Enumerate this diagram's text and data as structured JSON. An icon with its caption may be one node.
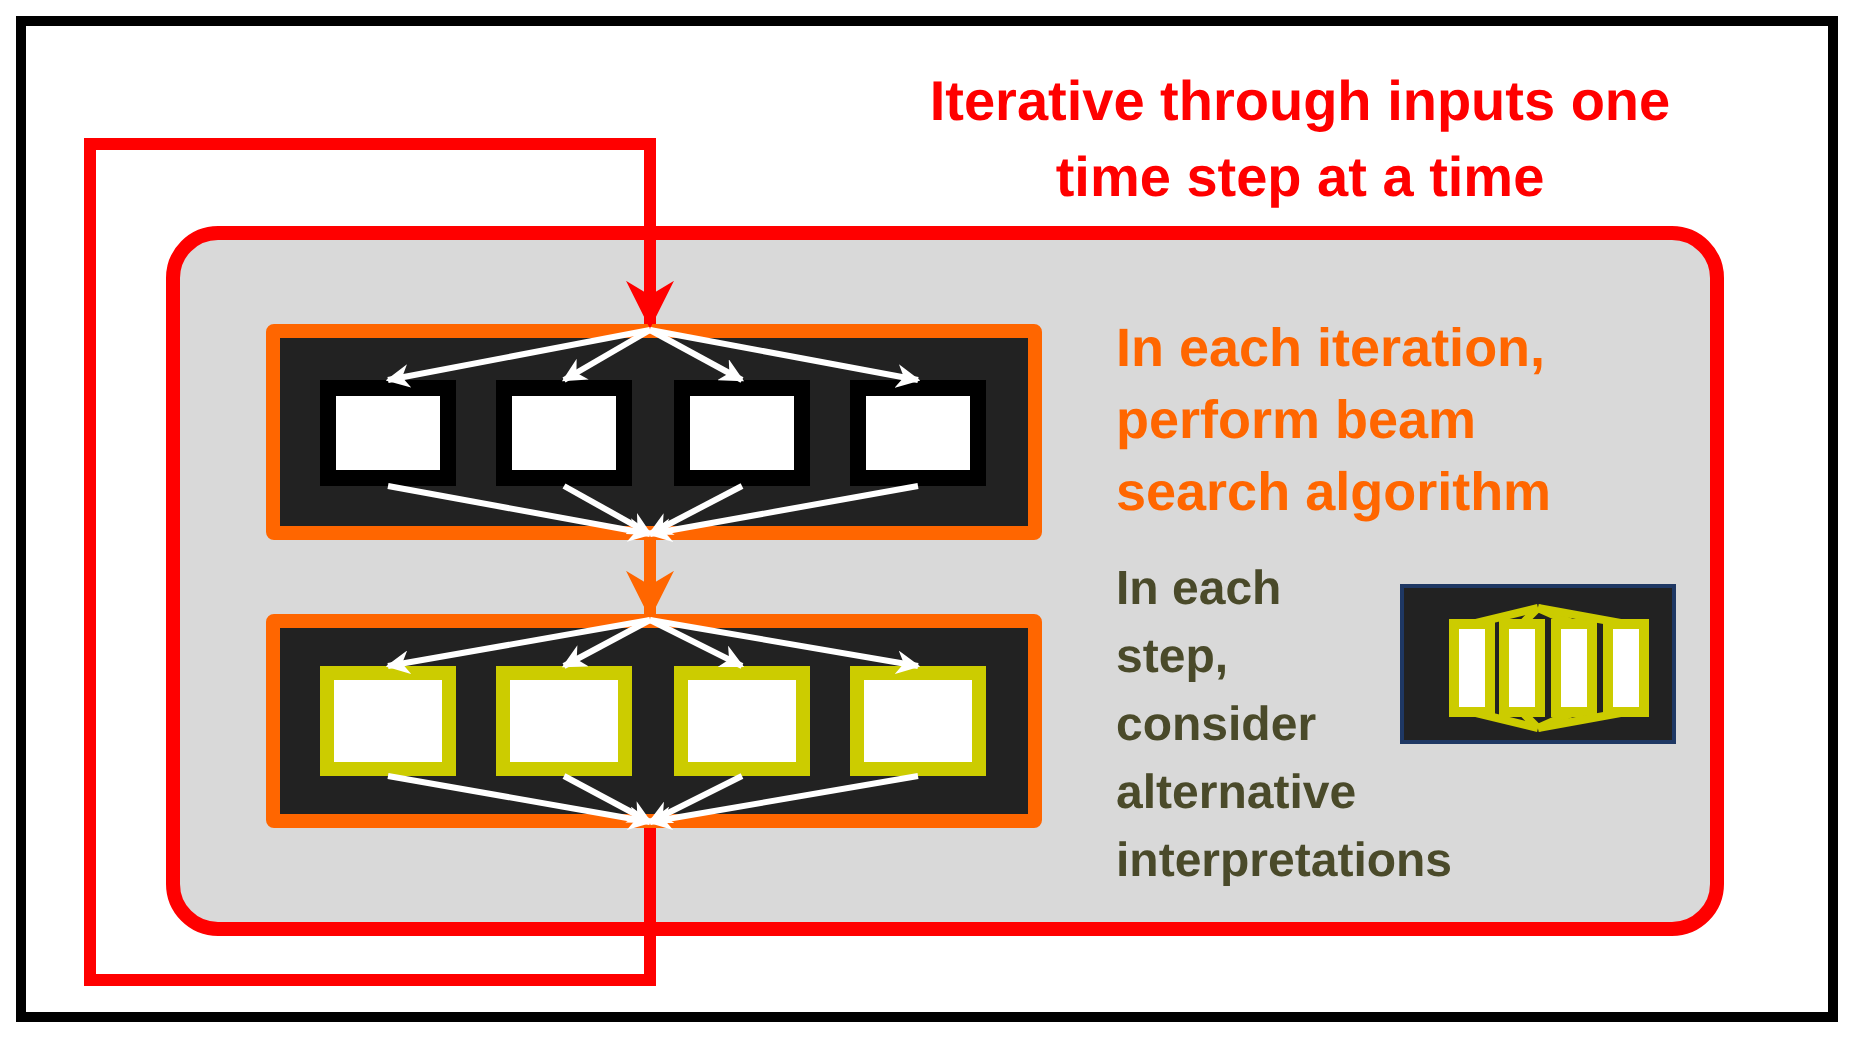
{
  "diagram": {
    "nodes": [
      {
        "text": [
          "In each iteration, perform beam search algorithm",
          "In each step, consider alternative interpretations"
        ]
      },
      {
        "text": [],
        "shape": "box",
        "in": 0
      },
      {
        "text": [],
        "shape": "box",
        "in": 1
      },
      {
        "text": [],
        "shape": "box",
        "in": 1
      },
      {
        "text": [],
        "shape": "box",
        "in": 1
      },
      {
        "text": [],
        "shape": "box",
        "in": 1
      },
      {
        "text": [],
        "shape": "box",
        "in": 0
      },
      {
        "text": [],
        "shape": "box",
        "in": 6
      },
      {
        "text": [],
        "shape": "box",
        "in": 6
      },
      {
        "text": [],
        "shape": "box",
        "in": 6
      },
      {
        "text": [],
        "shape": "box",
        "in": 6
      }
    ],
    "edges": [
      {
        "from": 6,
        "to": 1,
        "arrow": "to",
        "style": "thick",
        "color": "#ff0000"
      },
      {
        "from": 1,
        "to": 2,
        "arrow": "to"
      },
      {
        "from": 1,
        "to": 3,
        "arrow": "to"
      },
      {
        "from": 1,
        "to": 4,
        "arrow": "to"
      },
      {
        "from": 1,
        "to": 5,
        "arrow": "to"
      },
      {
        "from": 2,
        "to": 1,
        "arrow": "to"
      },
      {
        "from": 3,
        "to": 1,
        "arrow": "to"
      },
      {
        "from": 4,
        "to": 1,
        "arrow": "to"
      },
      {
        "from": 5,
        "to": 1,
        "arrow": "to"
      },
      {
        "from": 1,
        "to": 6,
        "arrow": "to",
        "style": "thick",
        "color": "#ff6600"
      },
      {
        "from": 6,
        "to": 7,
        "arrow": "to"
      },
      {
        "from": 6,
        "to": 8,
        "arrow": "to"
      },
      {
        "from": 6,
        "to": 9,
        "arrow": "to"
      },
      {
        "from": 6,
        "to": 10,
        "arrow": "to"
      },
      {
        "from": 7,
        "to": 6,
        "arrow": "to"
      },
      {
        "from": 8,
        "to": 6,
        "arrow": "to"
      },
      {
        "from": 9,
        "to": 6,
        "arrow": "to"
      },
      {
        "from": 10,
        "to": 6,
        "arrow": "to"
      }
    ],
    "labels": [
      "Iterative through inputs one time step at a time"
    ]
  }
}
